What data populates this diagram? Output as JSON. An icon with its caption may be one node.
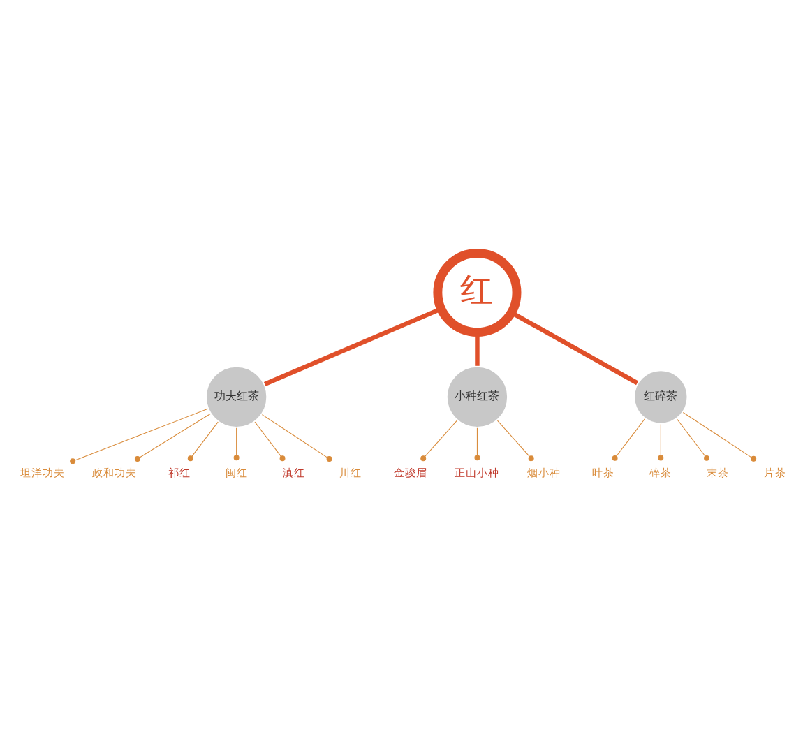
{
  "diagram": {
    "nodes": [
      {
        "text": [
          "红"
        ]
      },
      {
        "text": [
          "功夫红茶"
        ]
      },
      {
        "text": [
          "坦洋功夫"
        ]
      },
      {
        "text": [
          "政和功夫"
        ]
      },
      {
        "text": [
          "祁红"
        ]
      },
      {
        "text": [
          "闽红"
        ]
      },
      {
        "text": [
          "滇红"
        ]
      },
      {
        "text": [
          "川红"
        ]
      },
      {
        "text": [
          "小种红茶"
        ]
      },
      {
        "text": [
          "金骏眉"
        ]
      },
      {
        "text": [
          "正山小种"
        ]
      },
      {
        "text": [
          "烟小种"
        ]
      },
      {
        "text": [
          "红碎茶"
        ]
      },
      {
        "text": [
          "叶茶"
        ]
      },
      {
        "text": [
          "碎茶"
        ]
      },
      {
        "text": [
          "末茶"
        ]
      },
      {
        "text": [
          "片茶"
        ]
      }
    ],
    "edges": [
      {
        "from": 0,
        "to": 1,
        "arrow": "none",
        "style": "thick"
      },
      {
        "from": 0,
        "to": 8,
        "arrow": "none",
        "style": "thick"
      },
      {
        "from": 0,
        "to": 12,
        "arrow": "none",
        "style": "thick"
      },
      {
        "from": 1,
        "to": 2,
        "arrow": "other"
      },
      {
        "from": 1,
        "to": 3,
        "arrow": "other"
      },
      {
        "from": 1,
        "to": 4,
        "arrow": "other"
      },
      {
        "from": 1,
        "to": 5,
        "arrow": "other"
      },
      {
        "from": 1,
        "to": 6,
        "arrow": "other"
      },
      {
        "from": 1,
        "to": 7,
        "arrow": "other"
      },
      {
        "from": 8,
        "to": 9,
        "arrow": "other"
      },
      {
        "from": 8,
        "to": 10,
        "arrow": "other"
      },
      {
        "from": 8,
        "to": 11,
        "arrow": "other"
      },
      {
        "from": 12,
        "to": 13,
        "arrow": "other"
      },
      {
        "from": 12,
        "to": 14,
        "arrow": "other"
      },
      {
        "from": 12,
        "to": 15,
        "arrow": "other"
      },
      {
        "from": 12,
        "to": 16,
        "arrow": "other"
      }
    ]
  }
}
